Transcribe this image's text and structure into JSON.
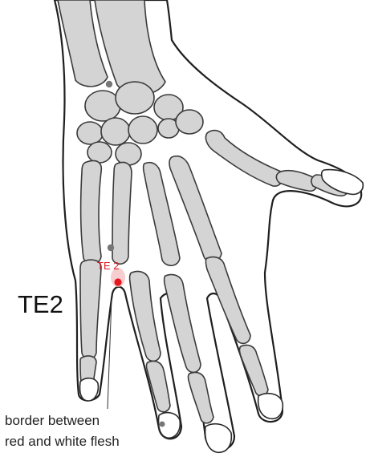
{
  "labels": {
    "point_title": "TE2",
    "point_marker": "TE 2",
    "note_line1": "border between",
    "note_line2": "red and white flesh"
  },
  "colors": {
    "point": "#e8161e",
    "reference_dot": "#777777",
    "bone_fill": "#d4d4d4"
  }
}
